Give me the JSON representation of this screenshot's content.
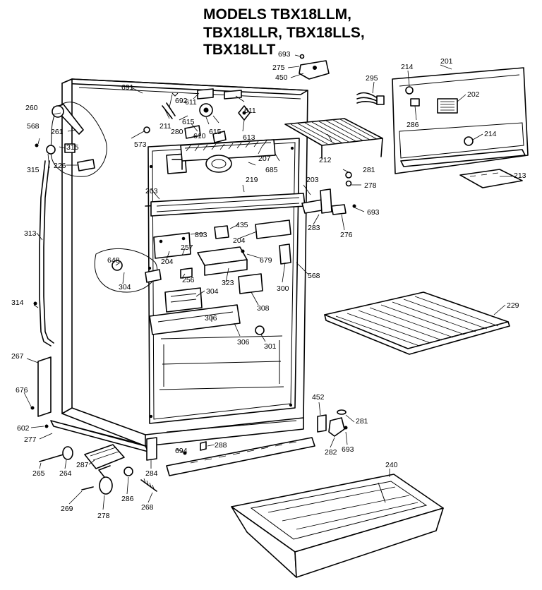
{
  "title": {
    "line1": "MODELS TBX18LLM,",
    "line2": "TBX18LLR, TBX18LLS,",
    "line3": "TBX18LLT"
  },
  "callouts": {
    "c693a": "693",
    "c275": "275",
    "c450": "450",
    "c295": "295",
    "c214a": "214",
    "c201": "201",
    "c202": "202",
    "c286a": "286",
    "c214b": "214",
    "c691": "691",
    "c692": "692",
    "c611a": "611",
    "c611b": "611",
    "c615a": "615",
    "c615b": "615",
    "c610": "610",
    "c613": "613",
    "c280": "280",
    "c211": "211",
    "c260": "260",
    "c261": "261",
    "c568a": "568",
    "c315a": "315",
    "c315b": "315",
    "c226": "226",
    "c573": "573",
    "c207": "207",
    "c212": "212",
    "c685": "685",
    "c281a": "281",
    "c278": "278",
    "c213": "213",
    "c203a": "203",
    "c219": "219",
    "c203b": "203",
    "c693b": "693",
    "c283": "283",
    "c276": "276",
    "c313": "313",
    "c435": "435",
    "c204a": "204",
    "c893": "893",
    "c257": "257",
    "c648": "648",
    "c204b": "204",
    "c679": "679",
    "c568b": "568",
    "c256": "256",
    "c304a": "304",
    "c304b": "304",
    "c323": "323",
    "c300": "300",
    "c314": "314",
    "c308": "308",
    "c229": "229",
    "c306a": "306",
    "c306b": "306",
    "c301": "301",
    "c267": "267",
    "c676": "676",
    "c452": "452",
    "c281b": "281",
    "c602": "602",
    "c277": "277",
    "c694": "694",
    "c288": "288",
    "c282": "282",
    "c693c": "693",
    "c265": "265",
    "c264": "264",
    "c287": "287",
    "c284": "284",
    "c240": "240",
    "c269": "269",
    "c286b": "286",
    "c268": "268",
    "c278b": "278"
  }
}
